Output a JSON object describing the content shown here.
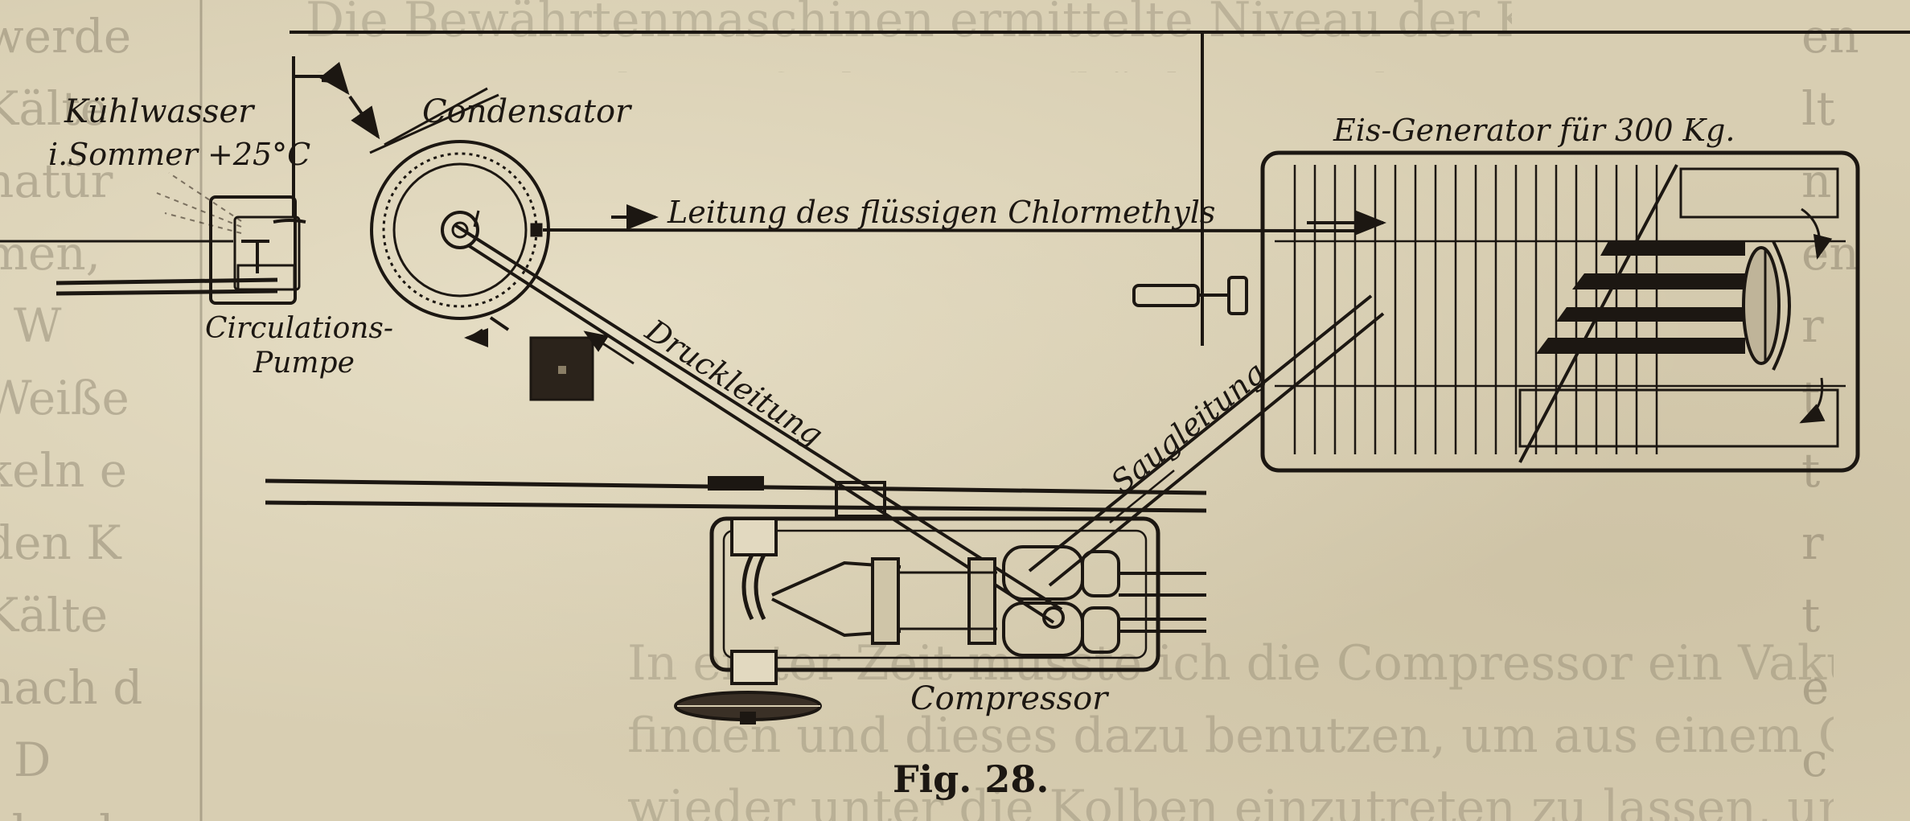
{
  "figure": {
    "caption": "Fig. 28.",
    "labels": {
      "kuehlwasser_line1": "Kühlwasser",
      "kuehlwasser_line2": "i.Sommer +25°C",
      "condensator": "Condensator",
      "leitung": "Leitung des flüssigen Chlormethyls",
      "eis_generator": "Eis-Generator für 300 Kg.",
      "circulations_line1": "Circulations-",
      "circulations_line2": "Pumpe",
      "druckleitung": "Druckleitung",
      "saugleitung": "Saugleitung",
      "compressor": "Compressor"
    }
  },
  "page_text": {
    "left_margin": "werde\nKälte\nnatür\nmen,\n. W\nWeiße\nkeln e\nden K\nKälte\nnach d\n  D\nabgeb\nmeinem",
    "right_margin": "en\nlt\nn\nen\nr\nt\nt\nr\nt\ne\nc",
    "body_top": "Die Bewährtenmaschinen ermittelte Niveau der Kälte,\nfangen Zeit die einfachen Stopfbüchsen und sonst hin,",
    "body_bottom": "In erster Zeit musste ich die Compressor ein Vakuum\nfinden und dieses dazu benutzen, um aus einem Glycerin\nwieder unter die Kolben einzutreten zu lassen, um die"
  },
  "colors": {
    "paper": "#d8ceb2",
    "ink": "#1c1712"
  }
}
